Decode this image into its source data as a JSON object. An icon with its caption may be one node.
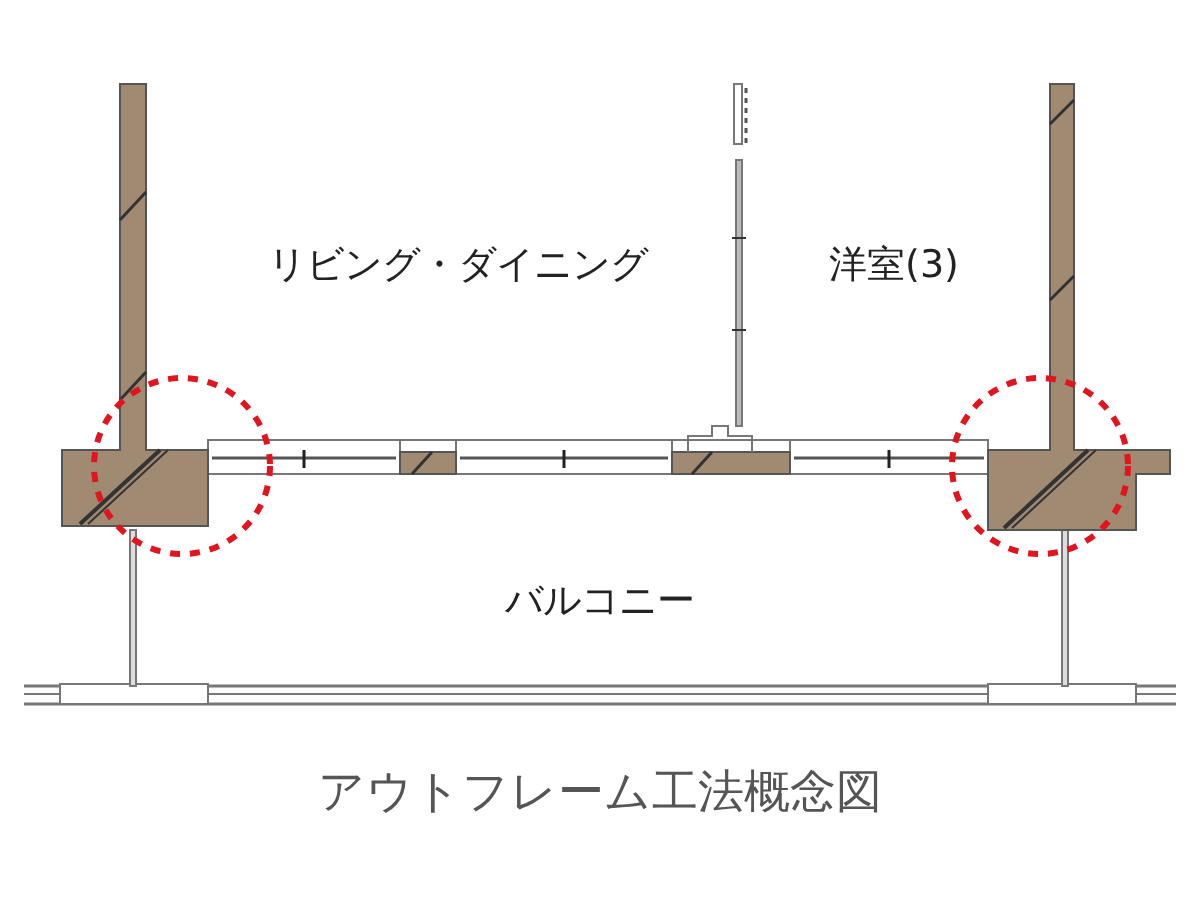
{
  "diagram": {
    "caption": "アウトフレーム工法概念図",
    "labels": [
      "リビング・ダイニング",
      "洋室(3)",
      "バルコニー"
    ]
  }
}
